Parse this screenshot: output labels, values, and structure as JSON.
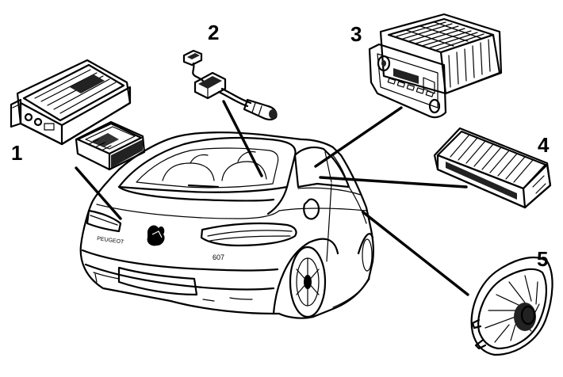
{
  "callouts": [
    {
      "id": "1",
      "label": "1"
    },
    {
      "id": "2",
      "label": "2"
    },
    {
      "id": "3",
      "label": "3"
    },
    {
      "id": "4",
      "label": "4"
    },
    {
      "id": "5",
      "label": "5"
    }
  ],
  "car": {
    "badge_text": "PEUGEOT",
    "model_text": "607"
  },
  "colors": {
    "line": "#000000",
    "background": "#ffffff",
    "light_shade": "#cfcfcf",
    "dark_shade": "#333333"
  }
}
